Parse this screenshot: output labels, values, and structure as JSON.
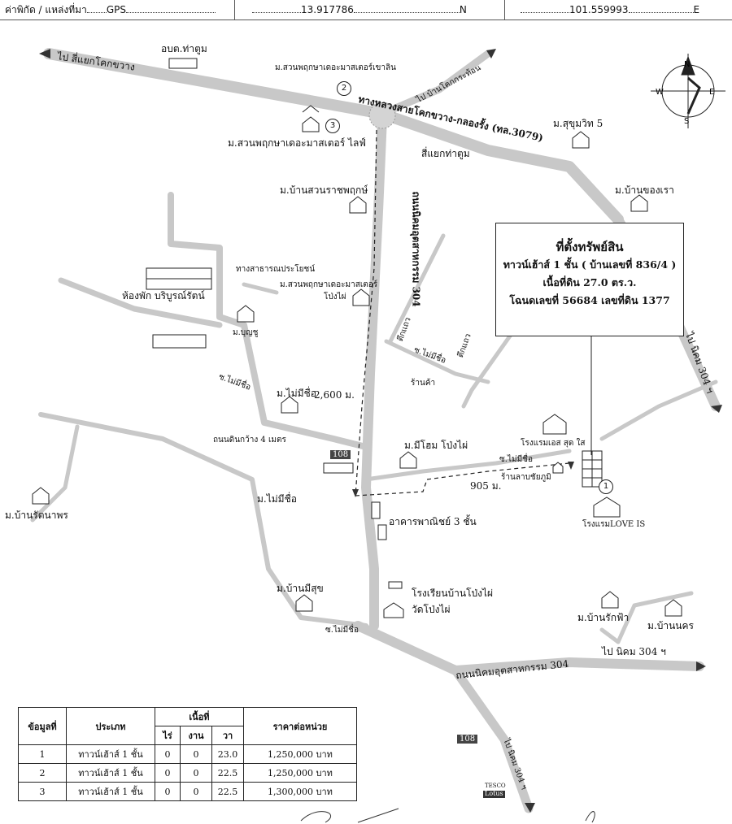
{
  "header": {
    "coord_label": "ค่าพิกัด / แหล่งที่มา",
    "source": "GPS",
    "lat": "13.917786",
    "lat_dir": "N",
    "lon": "101.559993",
    "lon_dir": "E"
  },
  "compass": {
    "n": "N",
    "s": "S",
    "e": "E",
    "w": "W"
  },
  "roads": {
    "to_kok_kwang_junction": "ไป สี่แยกโคกขวาง",
    "to_ban_kok_kra_thon": "ไป บ้านโคกกระท้อน",
    "highway_3079": "ทางหลวงสายโคกขวาง-กลองรั้ง (ทล.3079)",
    "tha_tum_junction": "สี่แยกท่าตูม",
    "nikom_304_vertical": "ถนนนิคมอุตสาหกรรม 304",
    "to_nikom_304_right": "ไป นิคม 304 ฯ",
    "to_nikom_304_bottom": "ไป นิคม 304 ฯ",
    "nikom_304_bottom_road": "ถนนนิคมอุตสาหกรรม 304",
    "to_nikom_304_lower": "ไป นิคม 304 ฯ",
    "dirt_road": "ถนนดินกว้าง 4 เมตร",
    "dist_2600": "2,600 ม.",
    "dist_905": "905 ม.",
    "soi_no_name_1": "ซ.ไม่มีชื่อ",
    "soi_no_name_2": "ซ.ไม่มีชื่อ",
    "soi_no_name_3": "ซ.ไม่มีชื่อ",
    "soi_no_name_4": "ซ.ไม่มีชื่อ",
    "public_way": "ทางสาธารณประโยชน์"
  },
  "places": {
    "obt_tha_tum": "อบต.ท่าตูม",
    "suanpruksa_khaolin": "ม.สวนพฤกษาเดอะมาสเตอร์เขาลิน",
    "suanpruksa_life": "ม.สวนพฤกษาเดอะมาสเตอร์ ไลฟ์",
    "sukhumvit5": "ม.สุขุมวิท 5",
    "ban_khong_rao": "ม.บ้านของเรา",
    "ban_suan_ratchaphruek": "ม.บ้านสวนราชพฤกษ์",
    "suanpruksa_pongpai_1": "ม.สวนพฤกษาเดอะมาสเตอร์",
    "suanpruksa_pongpai_2": "โป่งไผ่",
    "room_boriboon": "ห้องพัก บริบูรณ์รัตน์",
    "boonchu": "ม.บุญชู",
    "teekwa_1": "ตึกแถว",
    "teekwa_2": "ตึกแถว",
    "shop": "ร้านค้า",
    "mai_mee_chue_1": "ม.ไม่มีชื่อ",
    "mee_home_pongpai": "ม.มีโฮม โป่งไผ่",
    "hotel_es": "โรงแรมเอส สุด ใส",
    "lab_shop": "ร้านลาบชัยภูมิ",
    "hotel_love": "โรงแรมLOVE IS",
    "mai_mee_chue_2": "ม.ไม่มีชื่อ",
    "ban_rattanaporn": "ม.บ้านรัตนาพร",
    "commercial_building": "อาคารพาณิชย์ 3 ชั้น",
    "ban_mee_suk": "ม.บ้านมีสุข",
    "school": "โรงเรียนบ้านโป่งไผ่",
    "temple": "วัดโป่งไผ่",
    "ban_rak_fa": "ม.บ้านรักฟ้า",
    "ban_nakhon": "ม.บ้านนคร",
    "store_108_a": "108",
    "store_108_b": "108",
    "tesco_1": "TESCO",
    "tesco_2": "Lotus"
  },
  "markers": {
    "m1": "1",
    "m2": "2",
    "m3": "3"
  },
  "info_box": {
    "line1": "ที่ตั้งทรัพย์สิน",
    "line2": "ทาวน์เฮ้าส์ 1 ชั้น ( บ้านเลขที่ 836/4 )",
    "line3": "เนื้อที่ดิน 27.0 ตร.ว.",
    "line4": "โฉนดเลขที่ 56684 เลขที่ดิน 1377"
  },
  "table": {
    "h_no": "ข้อมูลที่",
    "h_type": "ประเภท",
    "h_area": "เนื้อที่",
    "h_rai": "ไร่",
    "h_ngan": "งาน",
    "h_wa": "วา",
    "h_price": "ราคาต่อหน่วย",
    "rows": [
      {
        "no": "1",
        "type": "ทาวน์เฮ้าส์ 1 ชั้น",
        "rai": "0",
        "ngan": "0",
        "wa": "23.0",
        "price": "1,250,000 บาท"
      },
      {
        "no": "2",
        "type": "ทาวน์เฮ้าส์ 1 ชั้น",
        "rai": "0",
        "ngan": "0",
        "wa": "22.5",
        "price": "1,250,000 บาท"
      },
      {
        "no": "3",
        "type": "ทาวน์เฮ้าส์ 1 ชั้น",
        "rai": "0",
        "ngan": "0",
        "wa": "22.5",
        "price": "1,300,000 บาท"
      }
    ]
  }
}
